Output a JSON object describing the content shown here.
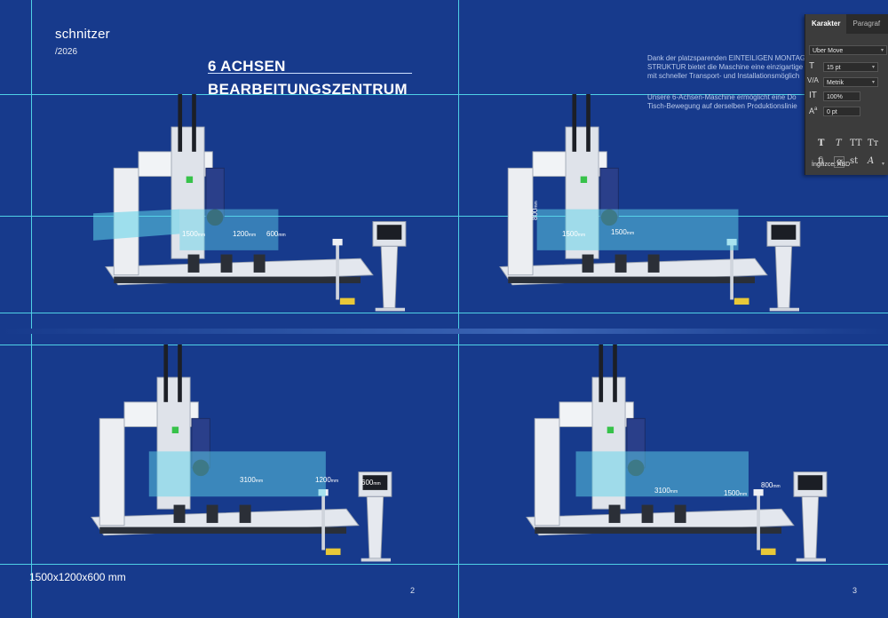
{
  "brand": {
    "name": "schnitzer",
    "year": "/2026"
  },
  "title": {
    "line1": "6 ACHSEN",
    "line2": "BEARBEITUNGSZENTRUM"
  },
  "description": {
    "p1_line1": "Dank der platzsparenden EINTEILIGEN MONTAG",
    "p1_line2": "STRUKTUR bietet die Maschine eine einzigartige",
    "p1_line3": "mit schneller Transport- und Installationsmöglich",
    "p2_line1": "Unsere 6-Achsen-Maschine ermöglicht eine Do",
    "p2_line2": "Tisch-Bewegung auf derselben Produktionslinie"
  },
  "machines": {
    "m1": {
      "d1": "1500",
      "d2": "1200",
      "d3": "600",
      "unit": "mm"
    },
    "m2": {
      "d1": "800",
      "d2": "1500",
      "d3": "1500",
      "unit": "mm"
    },
    "m3": {
      "d1": "3100",
      "d2": "1200",
      "d3": "600",
      "unit": "mm"
    },
    "m4": {
      "d1": "3100",
      "d2": "1500",
      "d3": "800",
      "unit": "mm"
    }
  },
  "caption": "1500x1200x600 mm",
  "page_numbers": {
    "left": "2",
    "right": "3"
  },
  "panel": {
    "tab_character": "Karakter",
    "tab_paragraph": "Paragraf",
    "font_family": "Uber Move",
    "font_size": "15 pt",
    "kerning": "Metrik",
    "vertical_scale": "100%",
    "baseline_shift": "0 pt",
    "language": "İngilizce: ABD"
  },
  "colors": {
    "background": "#173a8c",
    "guides": "#4fd0e6",
    "volume": "#5fd3ea"
  }
}
